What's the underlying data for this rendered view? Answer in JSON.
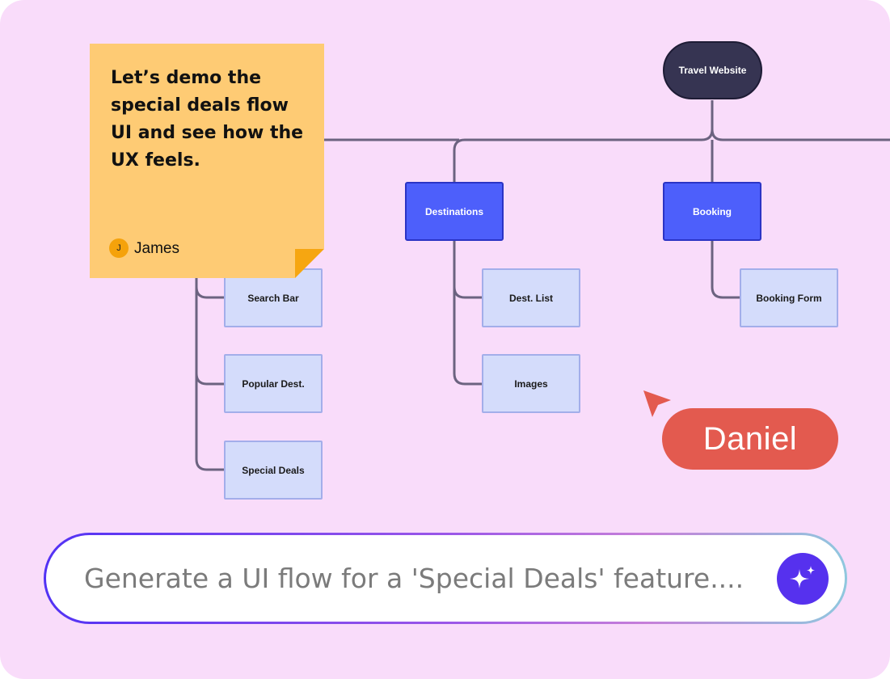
{
  "flow": {
    "root": "Travel Website",
    "categories": {
      "destinations": "Destinations",
      "booking": "Booking"
    },
    "leaves": {
      "search_bar": "Search Bar",
      "popular_dest": "Popular Dest.",
      "special_deals": "Special Deals",
      "dest_list": "Dest. List",
      "images": "Images",
      "booking_form": "Booking Form"
    }
  },
  "sticky_note": {
    "text": "Let’s demo the special deals flow UI and see how the UX feels.",
    "author_initial": "J",
    "author": "James",
    "color": "#fecb74"
  },
  "cursor": {
    "user": "Daniel",
    "color": "#e35a4f"
  },
  "prompt": {
    "text": "Generate a UI flow for a 'Special Deals' feature....",
    "submit_icon": "sparkles-icon"
  },
  "colors": {
    "board": "#f9dcfa",
    "root": "#363452",
    "category": "#4d5ffb",
    "leaf": "#d4dcfb",
    "connector": "#6c6380",
    "accent": "#5631ee"
  }
}
